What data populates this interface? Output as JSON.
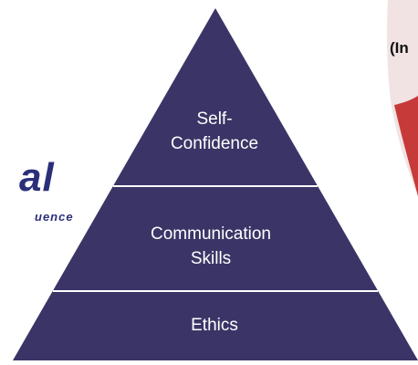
{
  "pyramid": {
    "tiers": [
      {
        "lines": [
          "Self-",
          "Confidence"
        ]
      },
      {
        "lines": [
          "Communication",
          "Skills"
        ]
      },
      {
        "lines": [
          "Ethics"
        ]
      }
    ]
  },
  "logo": {
    "word": "al",
    "tagline": "uence"
  },
  "corner_text": "(In",
  "colors": {
    "pyramid_fill": "#3a3566",
    "divider": "#ffffff",
    "logo": "#2b2f7a",
    "accent_red": "#c73a3a",
    "accent_pink": "#f1e3e3"
  }
}
